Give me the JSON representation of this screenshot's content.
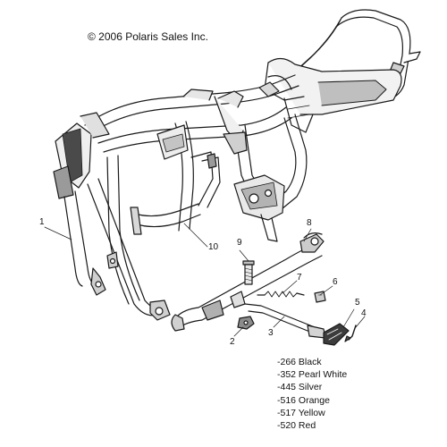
{
  "copyright": "© 2006 Polaris Sales Inc.",
  "callouts": [
    "1",
    "2",
    "3",
    "4",
    "5",
    "6",
    "7",
    "8",
    "9",
    "10"
  ],
  "color_codes": [
    "-266 Black",
    "-352 Pearl White",
    "-445 Silver",
    "-516 Orange",
    "-517 Yellow",
    "-520 Red"
  ],
  "colors": {
    "line": "#1a1a1a",
    "shade": "#9a9a9a",
    "dark": "#4a4a4a",
    "background": "#ffffff"
  }
}
